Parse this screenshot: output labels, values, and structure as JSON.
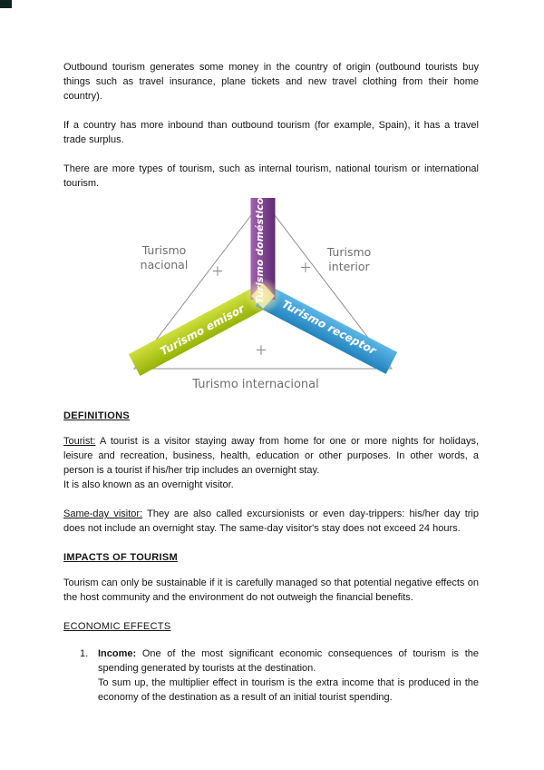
{
  "doc": {
    "p_outbound": "Outbound tourism generates some money in the country of origin (outbound tourists buy things such as travel insurance, plane tickets and new travel clothing from their home country).",
    "p_surplus": "If a country has more inbound than outbound tourism (for example, Spain), it has a travel trade surplus.",
    "p_types": "There are more types of tourism, such as internal tourism, national tourism or international tourism.",
    "definitions": {
      "heading": "DEFINITIONS",
      "tourist_term": "Tourist:",
      "tourist_body": " A tourist is a visitor staying away from home for one or more nights for holidays, leisure and recreation, business, health, education or other purposes. In other words, a person is a tourist if his/her trip includes an overnight stay.",
      "tourist_note": "It is also known as an overnight visitor.",
      "sameday_term": "Same-day visitor:",
      "sameday_body": " They are also called excursionists or even day-trippers: his/her day trip does not include an overnight stay. The same-day visitor's stay does not exceed 24 hours."
    },
    "impacts": {
      "heading": "IMPACTS OF TOURISM",
      "body": "Tourism can only be sustainable if it is carefully managed so that potential negative effects on the host community and the environment do not outweigh the financial benefits."
    },
    "economic": {
      "heading": "ECONOMIC EFFECTS",
      "item_number": "1.",
      "income_term": "Income:",
      "income_body": " One of the most significant economic consequences of tourism is the spending generated by tourists at the destination.",
      "income_note": "To sum up, the multiplier effect in tourism is the extra income that is produced in the economy of the destination as a result of an initial tourist spending."
    }
  },
  "diagram": {
    "bar_domestico": "Turismo doméstico",
    "bar_emisor": "Turismo emisor",
    "bar_receptor": "Turismo receptor",
    "label_nacional_line1": "Turismo",
    "label_nacional_line2": "nacional",
    "label_interior_line1": "Turismo",
    "label_interior_line2": "interior",
    "label_internacional": "Turismo internacional",
    "plus_sign": "+",
    "colors": {
      "purple_light": "#a263ae",
      "purple_dark": "#5e2a74",
      "green_light": "#cfdf3e",
      "green_dark": "#95b306",
      "blue_light": "#5cb6e6",
      "blue_dark": "#2283be",
      "glow": "#f9eda4",
      "outline": "#8f8f8f",
      "label_gray": "#6e6e6e"
    }
  }
}
